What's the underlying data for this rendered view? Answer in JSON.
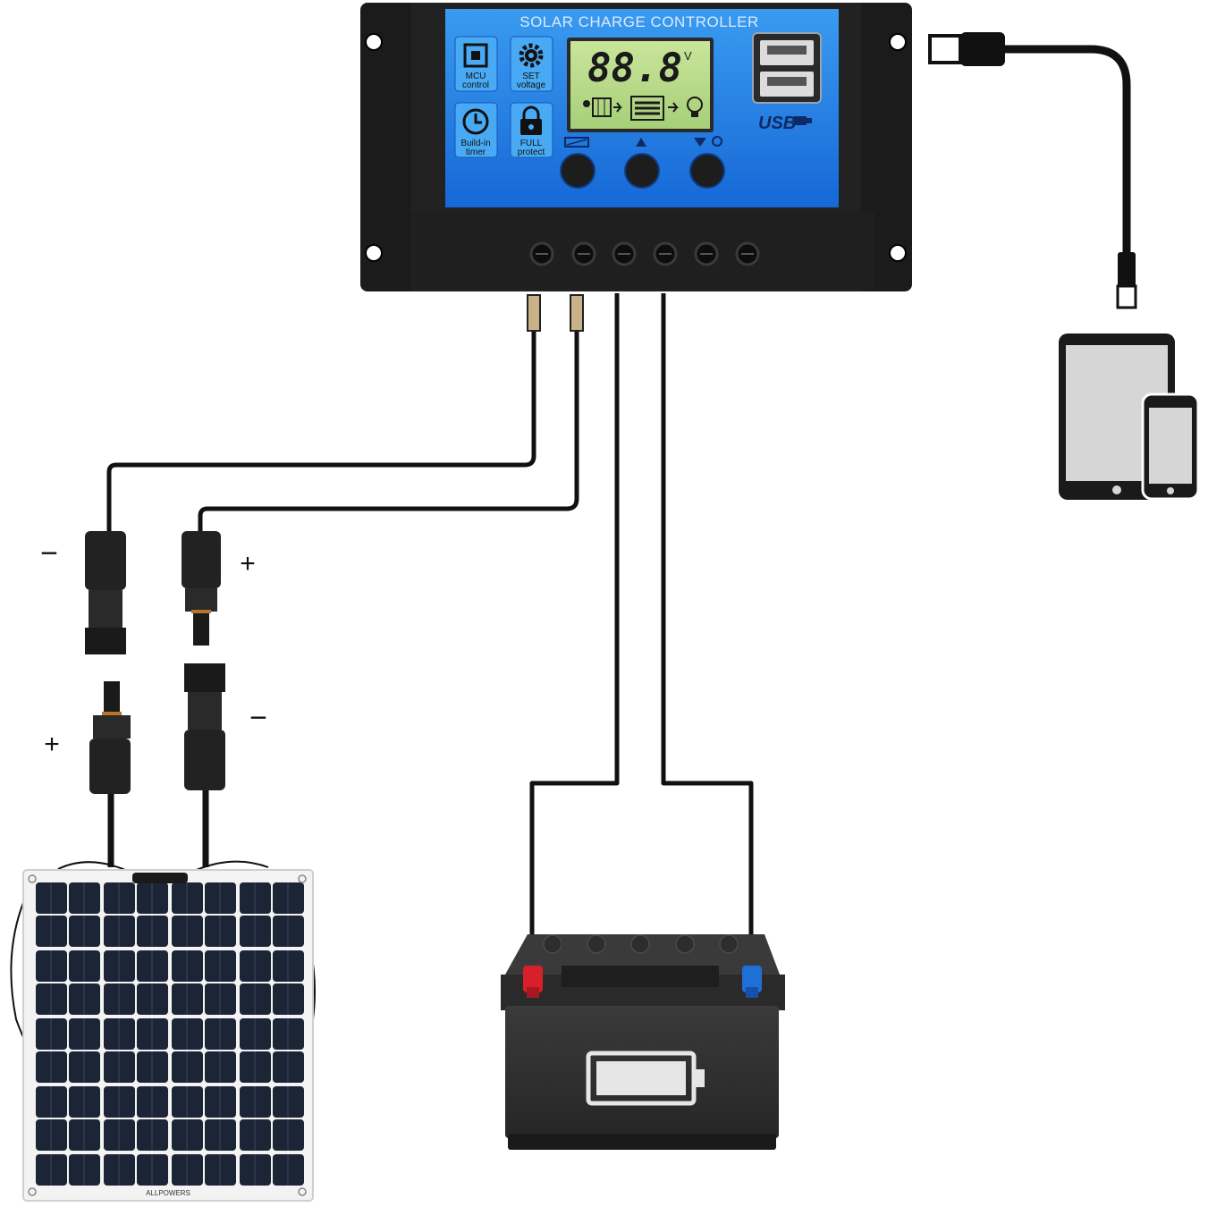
{
  "controller": {
    "title": "SOLAR CHARGE CONTROLLER",
    "lcd_reading": "88.8",
    "lcd_unit": "V",
    "features": [
      {
        "icon": "chip-icon",
        "line1": "MCU",
        "line2": "control"
      },
      {
        "icon": "gear-icon",
        "line1": "SET",
        "line2": "voltage"
      },
      {
        "icon": "clock-icon",
        "line1": "Build-in",
        "line2": "timer"
      },
      {
        "icon": "lock-icon",
        "line1": "FULL",
        "line2": "protect"
      }
    ],
    "usb_label": "USB",
    "colors": {
      "face": "#1e86e8",
      "housing": "#1b1b1b",
      "lcd": "#b6d98a"
    }
  },
  "panel_connectors": {
    "upper_left_sign": "−",
    "upper_right_sign": "+",
    "lower_left_sign": "+",
    "lower_right_sign": "−"
  },
  "solar_panel": {
    "brand": "ALLPOWERS"
  },
  "battery": {
    "terminal_positive_color": "#d8202a",
    "terminal_negative_color": "#1f6fd6"
  },
  "devices": {
    "items": [
      "tablet-icon",
      "phone-icon"
    ]
  }
}
